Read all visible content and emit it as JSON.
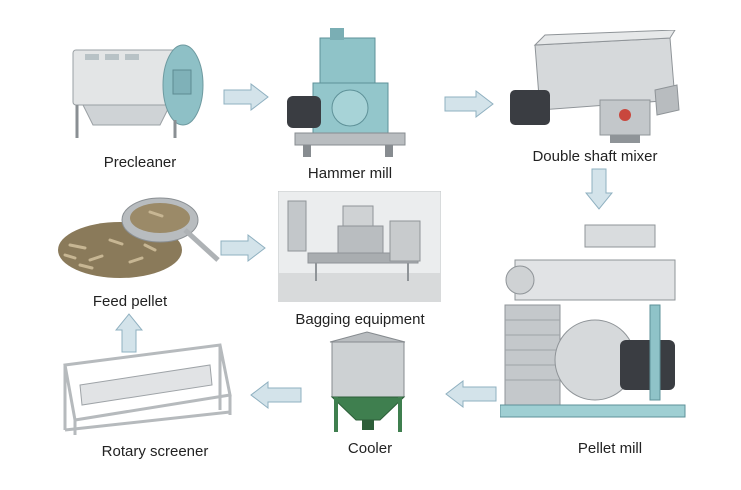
{
  "steps": [
    {
      "id": "precleaner",
      "label": "Precleaner"
    },
    {
      "id": "hammer_mill",
      "label": "Hammer mill"
    },
    {
      "id": "double_shaft_mixer",
      "label": "Double shaft mixer"
    },
    {
      "id": "pellet_mill",
      "label": "Pellet mill"
    },
    {
      "id": "cooler",
      "label": "Cooler"
    },
    {
      "id": "rotary_screener",
      "label": "Rotary screener"
    },
    {
      "id": "feed_pellet",
      "label": "Feed pellet"
    },
    {
      "id": "bagging_equipment",
      "label": "Bagging equipment"
    }
  ],
  "colors": {
    "arrow_fill": "#d3e3ea",
    "arrow_stroke": "#8fb0c0",
    "machine_gray": "#c9ccce",
    "machine_teal": "#8fc3c8",
    "cooler_green": "#3f7f4f",
    "motor_dark": "#3a3d42"
  }
}
